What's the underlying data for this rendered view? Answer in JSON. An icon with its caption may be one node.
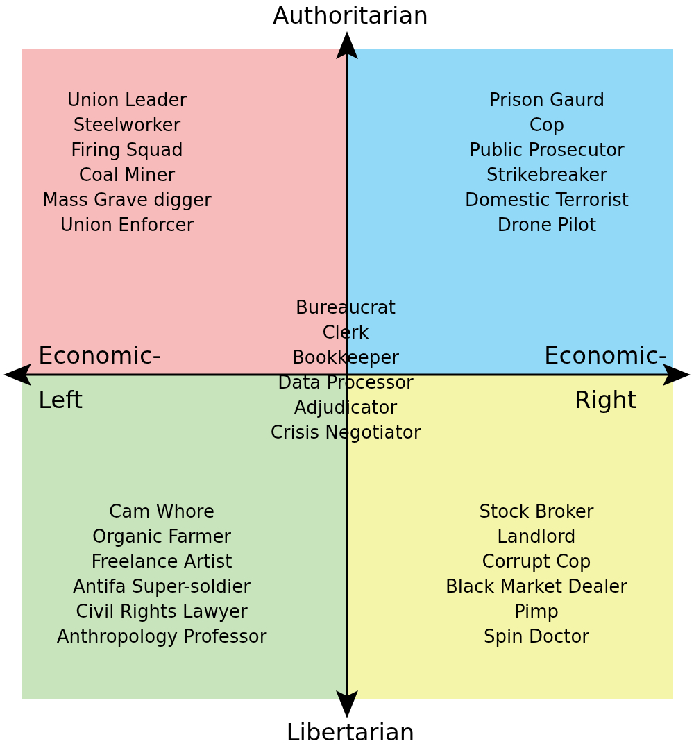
{
  "diagram": {
    "nodes": [
      {
        "text": [
          "Union Leader",
          "Steelworker",
          "Firing Squad",
          "Coal Miner",
          "Mass Grave digger",
          "Union Enforcer"
        ]
      },
      {
        "text": [
          "Prison Gaurd",
          "Cop",
          "Public Prosecutor",
          "Strikebreaker",
          "Domestic Terrorist",
          "Drone Pilot"
        ]
      },
      {
        "text": [
          "Cam Whore",
          "Organic Farmer",
          "Freelance Artist",
          "Antifa Super-soldier",
          "Civil Rights Lawyer",
          "Anthropology Professor"
        ]
      },
      {
        "text": [
          "Stock Broker",
          "Landlord",
          "Corrupt Cop",
          "Black Market Dealer",
          "Pimp",
          "Spin Doctor"
        ]
      }
    ],
    "labels": [
      "Authoritarian",
      "Economic- Left",
      "Bureaucrat",
      "Clerk",
      "Bookkeeper",
      "Data Processor",
      "Adjudicator",
      "Crisis Negotiator",
      "Economic- Right",
      "Libertarian"
    ]
  }
}
